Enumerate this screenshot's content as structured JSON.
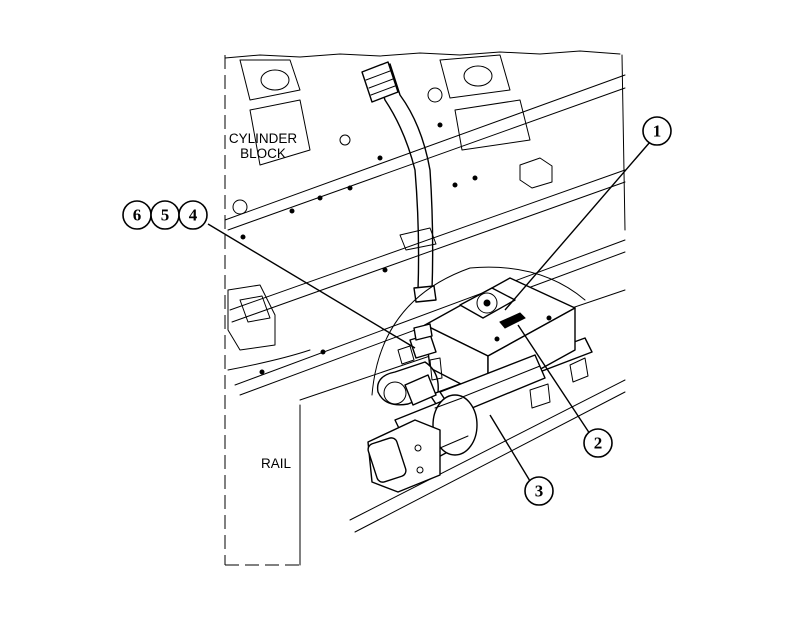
{
  "labels": {
    "cylinder_block_line1": "CYLINDER",
    "cylinder_block_line2": "BLOCK",
    "rail": "RAIL"
  },
  "callouts": [
    {
      "id": "callout-1",
      "number": "1"
    },
    {
      "id": "callout-2",
      "number": "2"
    },
    {
      "id": "callout-3",
      "number": "3"
    },
    {
      "id": "callout-4",
      "number": "4"
    },
    {
      "id": "callout-5",
      "number": "5"
    },
    {
      "id": "callout-6",
      "number": "6"
    }
  ]
}
